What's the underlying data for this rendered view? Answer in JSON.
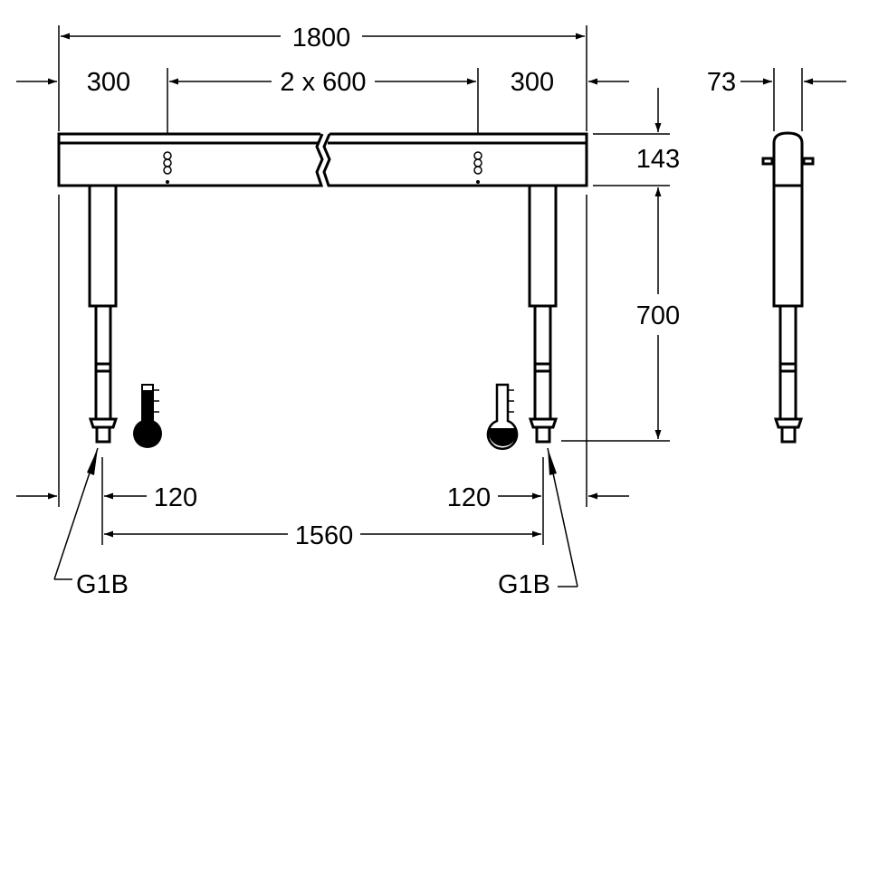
{
  "dimensions": {
    "total_width": "1800",
    "left_offset": "300",
    "center_spacing": "2 x 600",
    "right_offset": "300",
    "rail_height": "143",
    "leg_height": "700",
    "side_depth": "73",
    "left_inset": "120",
    "right_inset": "120",
    "connection_spacing": "1560"
  },
  "labels": {
    "left_connection": "G1B",
    "right_connection": "G1B"
  },
  "colors": {
    "line": "#000000",
    "background": "#ffffff"
  }
}
